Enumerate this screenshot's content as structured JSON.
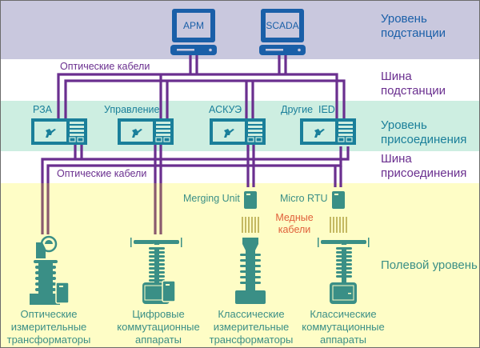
{
  "colors": {
    "station_band": "#c9c8de",
    "bay_band": "#cdeee1",
    "field_band": "#fefdc6",
    "bus_band": "#ffffff",
    "optical_cable": "#6a2f8f",
    "computer": "#1a5fa8",
    "ied": "#1a7f9a",
    "field_device": "#3a8f86",
    "copper_cable": "#b5a84a",
    "copper_label": "#e0603a"
  },
  "levels": {
    "station": [
      "Уровень",
      "подстанции"
    ],
    "station_bus": [
      "Шина",
      "подстанции"
    ],
    "bay": [
      "Уровень",
      "присоединения"
    ],
    "process_bus": [
      "Шина",
      "присоединения"
    ],
    "field": "Полевой уровень"
  },
  "station_devices": [
    {
      "name": "workstation",
      "label": "APM",
      "icon": "monitor-icon"
    },
    {
      "name": "scada",
      "label": "SCADA",
      "icon": "monitor-icon"
    }
  ],
  "cables": {
    "station_bus_label": "Оптические кабели",
    "process_bus_label": "Оптические кабели",
    "copper_label": [
      "Медные",
      "кабели"
    ]
  },
  "ieds": [
    {
      "label": "РЗА",
      "icon": "ied-icon"
    },
    {
      "label": "Управление",
      "icon": "ied-icon"
    },
    {
      "label": "АСКУЭ",
      "icon": "ied-icon"
    },
    {
      "label": "Другие  IED",
      "icon": "ied-icon"
    }
  ],
  "interface_units": [
    {
      "label": "Merging Unit"
    },
    {
      "label": "Micro RTU"
    }
  ],
  "field_devices": [
    {
      "caption": [
        "Оптические",
        "измерительные",
        "трансформаторы"
      ],
      "icon": "optical-transformer-icon"
    },
    {
      "caption": [
        "Цифровые",
        "коммутационные",
        "аппараты"
      ],
      "icon": "digital-switchgear-icon"
    },
    {
      "caption": [
        "Классические",
        "измерительные",
        "трансформаторы"
      ],
      "icon": "classic-transformer-icon"
    },
    {
      "caption": [
        "Классические",
        "коммутационные",
        "аппараты"
      ],
      "icon": "classic-switchgear-icon"
    }
  ]
}
